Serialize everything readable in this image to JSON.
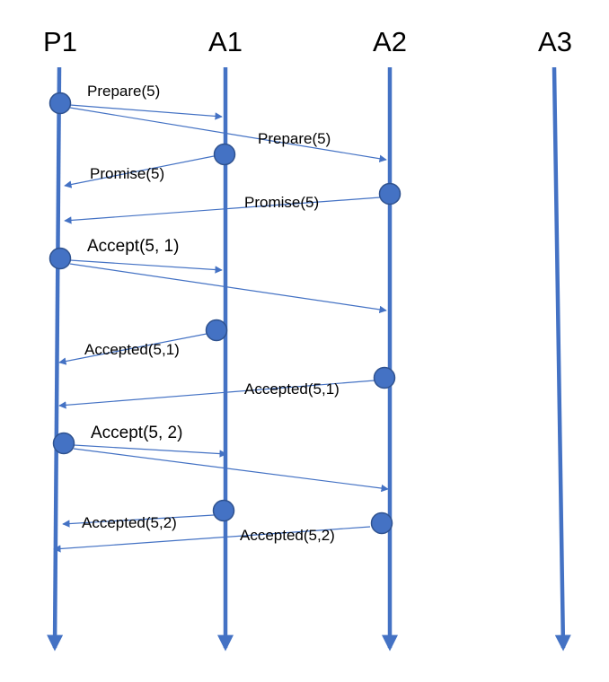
{
  "diagram": {
    "lifelines": [
      {
        "id": "p1",
        "name": "P1"
      },
      {
        "id": "a1",
        "name": "A1"
      },
      {
        "id": "a2",
        "name": "A2"
      },
      {
        "id": "a3",
        "name": "A3"
      }
    ],
    "messages": [
      {
        "id": "prepare-a1",
        "label": "Prepare(5)"
      },
      {
        "id": "prepare-a2",
        "label": "Prepare(5)"
      },
      {
        "id": "promise-a1",
        "label": "Promise(5)"
      },
      {
        "id": "promise-a2",
        "label": "Promise(5)"
      },
      {
        "id": "accept1-label",
        "label": "Accept(5, 1)"
      },
      {
        "id": "accepted1-a1",
        "label": "Accepted(5,1)"
      },
      {
        "id": "accepted1-a2",
        "label": "Accepted(5,1)"
      },
      {
        "id": "accept2-label",
        "label": "Accept(5, 2)"
      },
      {
        "id": "accepted2-a1",
        "label": "Accepted(5,2)"
      },
      {
        "id": "accepted2-a2",
        "label": "Accepted(5,2)"
      }
    ],
    "colors": {
      "lifeline": "#4472C4",
      "arrow": "#4472C4",
      "node_fill": "#4472C4",
      "node_stroke": "#2F528F"
    }
  }
}
